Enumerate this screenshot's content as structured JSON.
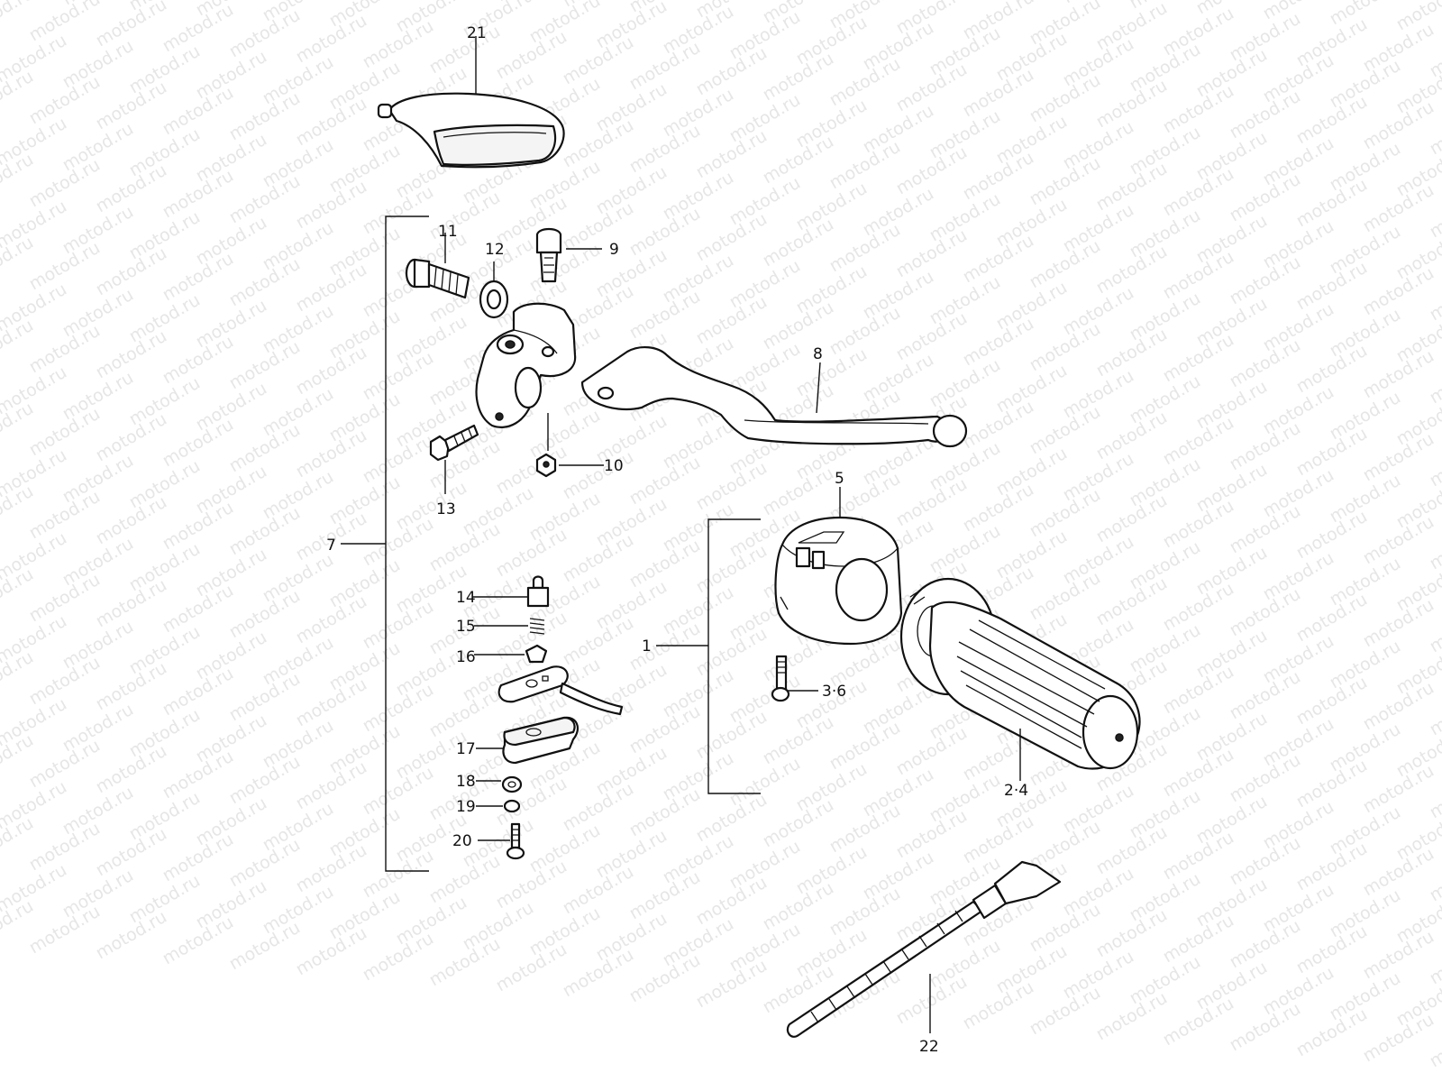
{
  "watermark": "motod.ru",
  "parts": {
    "p1": "1",
    "p2_4": "2·4",
    "p3_6": "3·6",
    "p5": "5",
    "p7": "7",
    "p8": "8",
    "p9": "9",
    "p10": "10",
    "p11": "11",
    "p12": "12",
    "p13": "13",
    "p14": "14",
    "p15": "15",
    "p16": "16",
    "p17": "17",
    "p18": "18",
    "p19": "19",
    "p20": "20",
    "p21": "21",
    "p22": "22"
  }
}
